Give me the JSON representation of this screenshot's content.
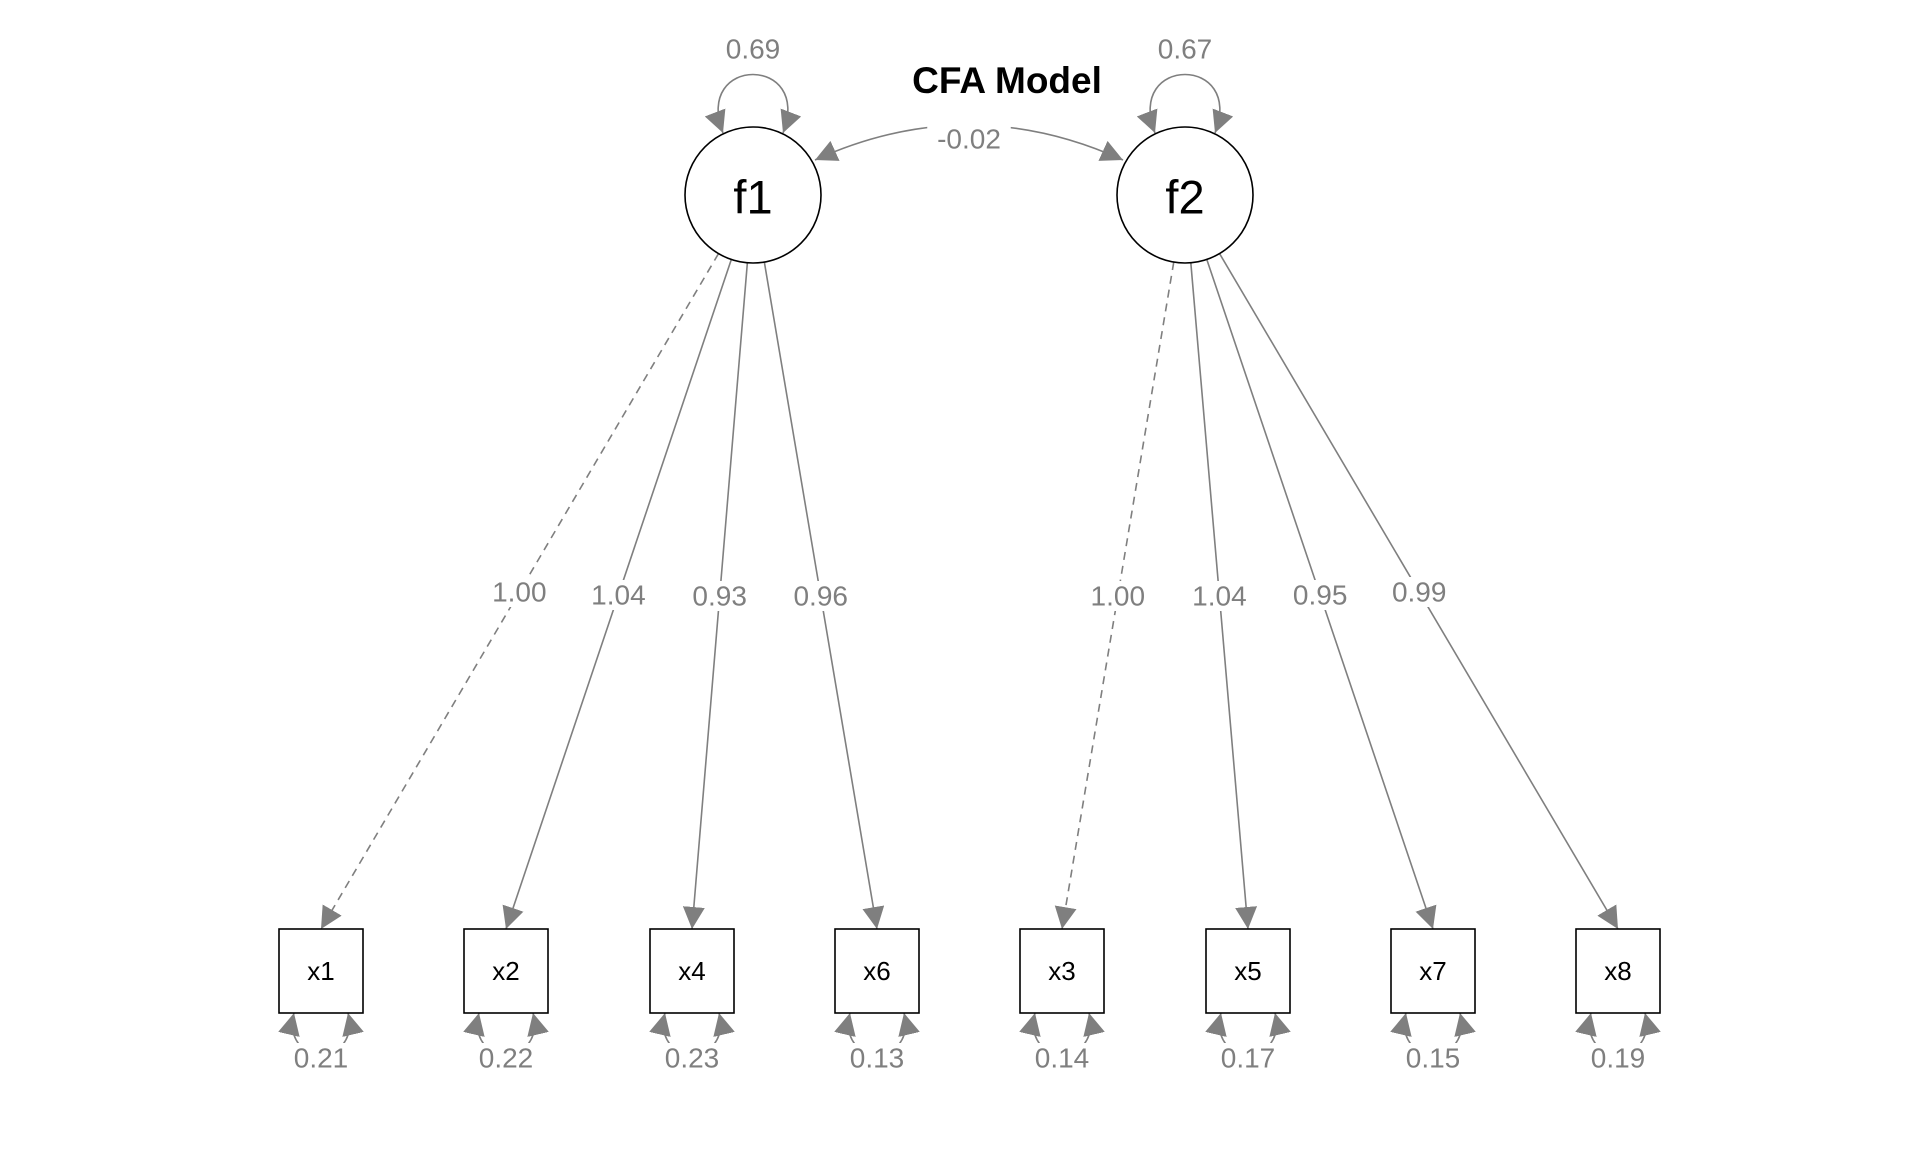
{
  "title": "CFA Model",
  "latent": [
    {
      "id": "f1",
      "label": "f1",
      "variance": "0.69"
    },
    {
      "id": "f2",
      "label": "f2",
      "variance": "0.67"
    }
  ],
  "covariance": {
    "from": "f1",
    "to": "f2",
    "label": "-0.02"
  },
  "observed": [
    {
      "id": "x1",
      "label": "x1",
      "factor": "f1",
      "loading": "1.00",
      "fixed": true,
      "residual": "0.21"
    },
    {
      "id": "x2",
      "label": "x2",
      "factor": "f1",
      "loading": "1.04",
      "fixed": false,
      "residual": "0.22"
    },
    {
      "id": "x4",
      "label": "x4",
      "factor": "f1",
      "loading": "0.93",
      "fixed": false,
      "residual": "0.23"
    },
    {
      "id": "x6",
      "label": "x6",
      "factor": "f1",
      "loading": "0.96",
      "fixed": false,
      "residual": "0.13"
    },
    {
      "id": "x3",
      "label": "x3",
      "factor": "f2",
      "loading": "1.00",
      "fixed": true,
      "residual": "0.14"
    },
    {
      "id": "x5",
      "label": "x5",
      "factor": "f2",
      "loading": "1.04",
      "fixed": false,
      "residual": "0.17"
    },
    {
      "id": "x7",
      "label": "x7",
      "factor": "f2",
      "loading": "0.95",
      "fixed": false,
      "residual": "0.15"
    },
    {
      "id": "x8",
      "label": "x8",
      "factor": "f2",
      "loading": "0.99",
      "fixed": false,
      "residual": "0.19"
    }
  ],
  "colors": {
    "edge": "#7f7f7f",
    "node_stroke": "#000000",
    "background": "#ffffff"
  }
}
